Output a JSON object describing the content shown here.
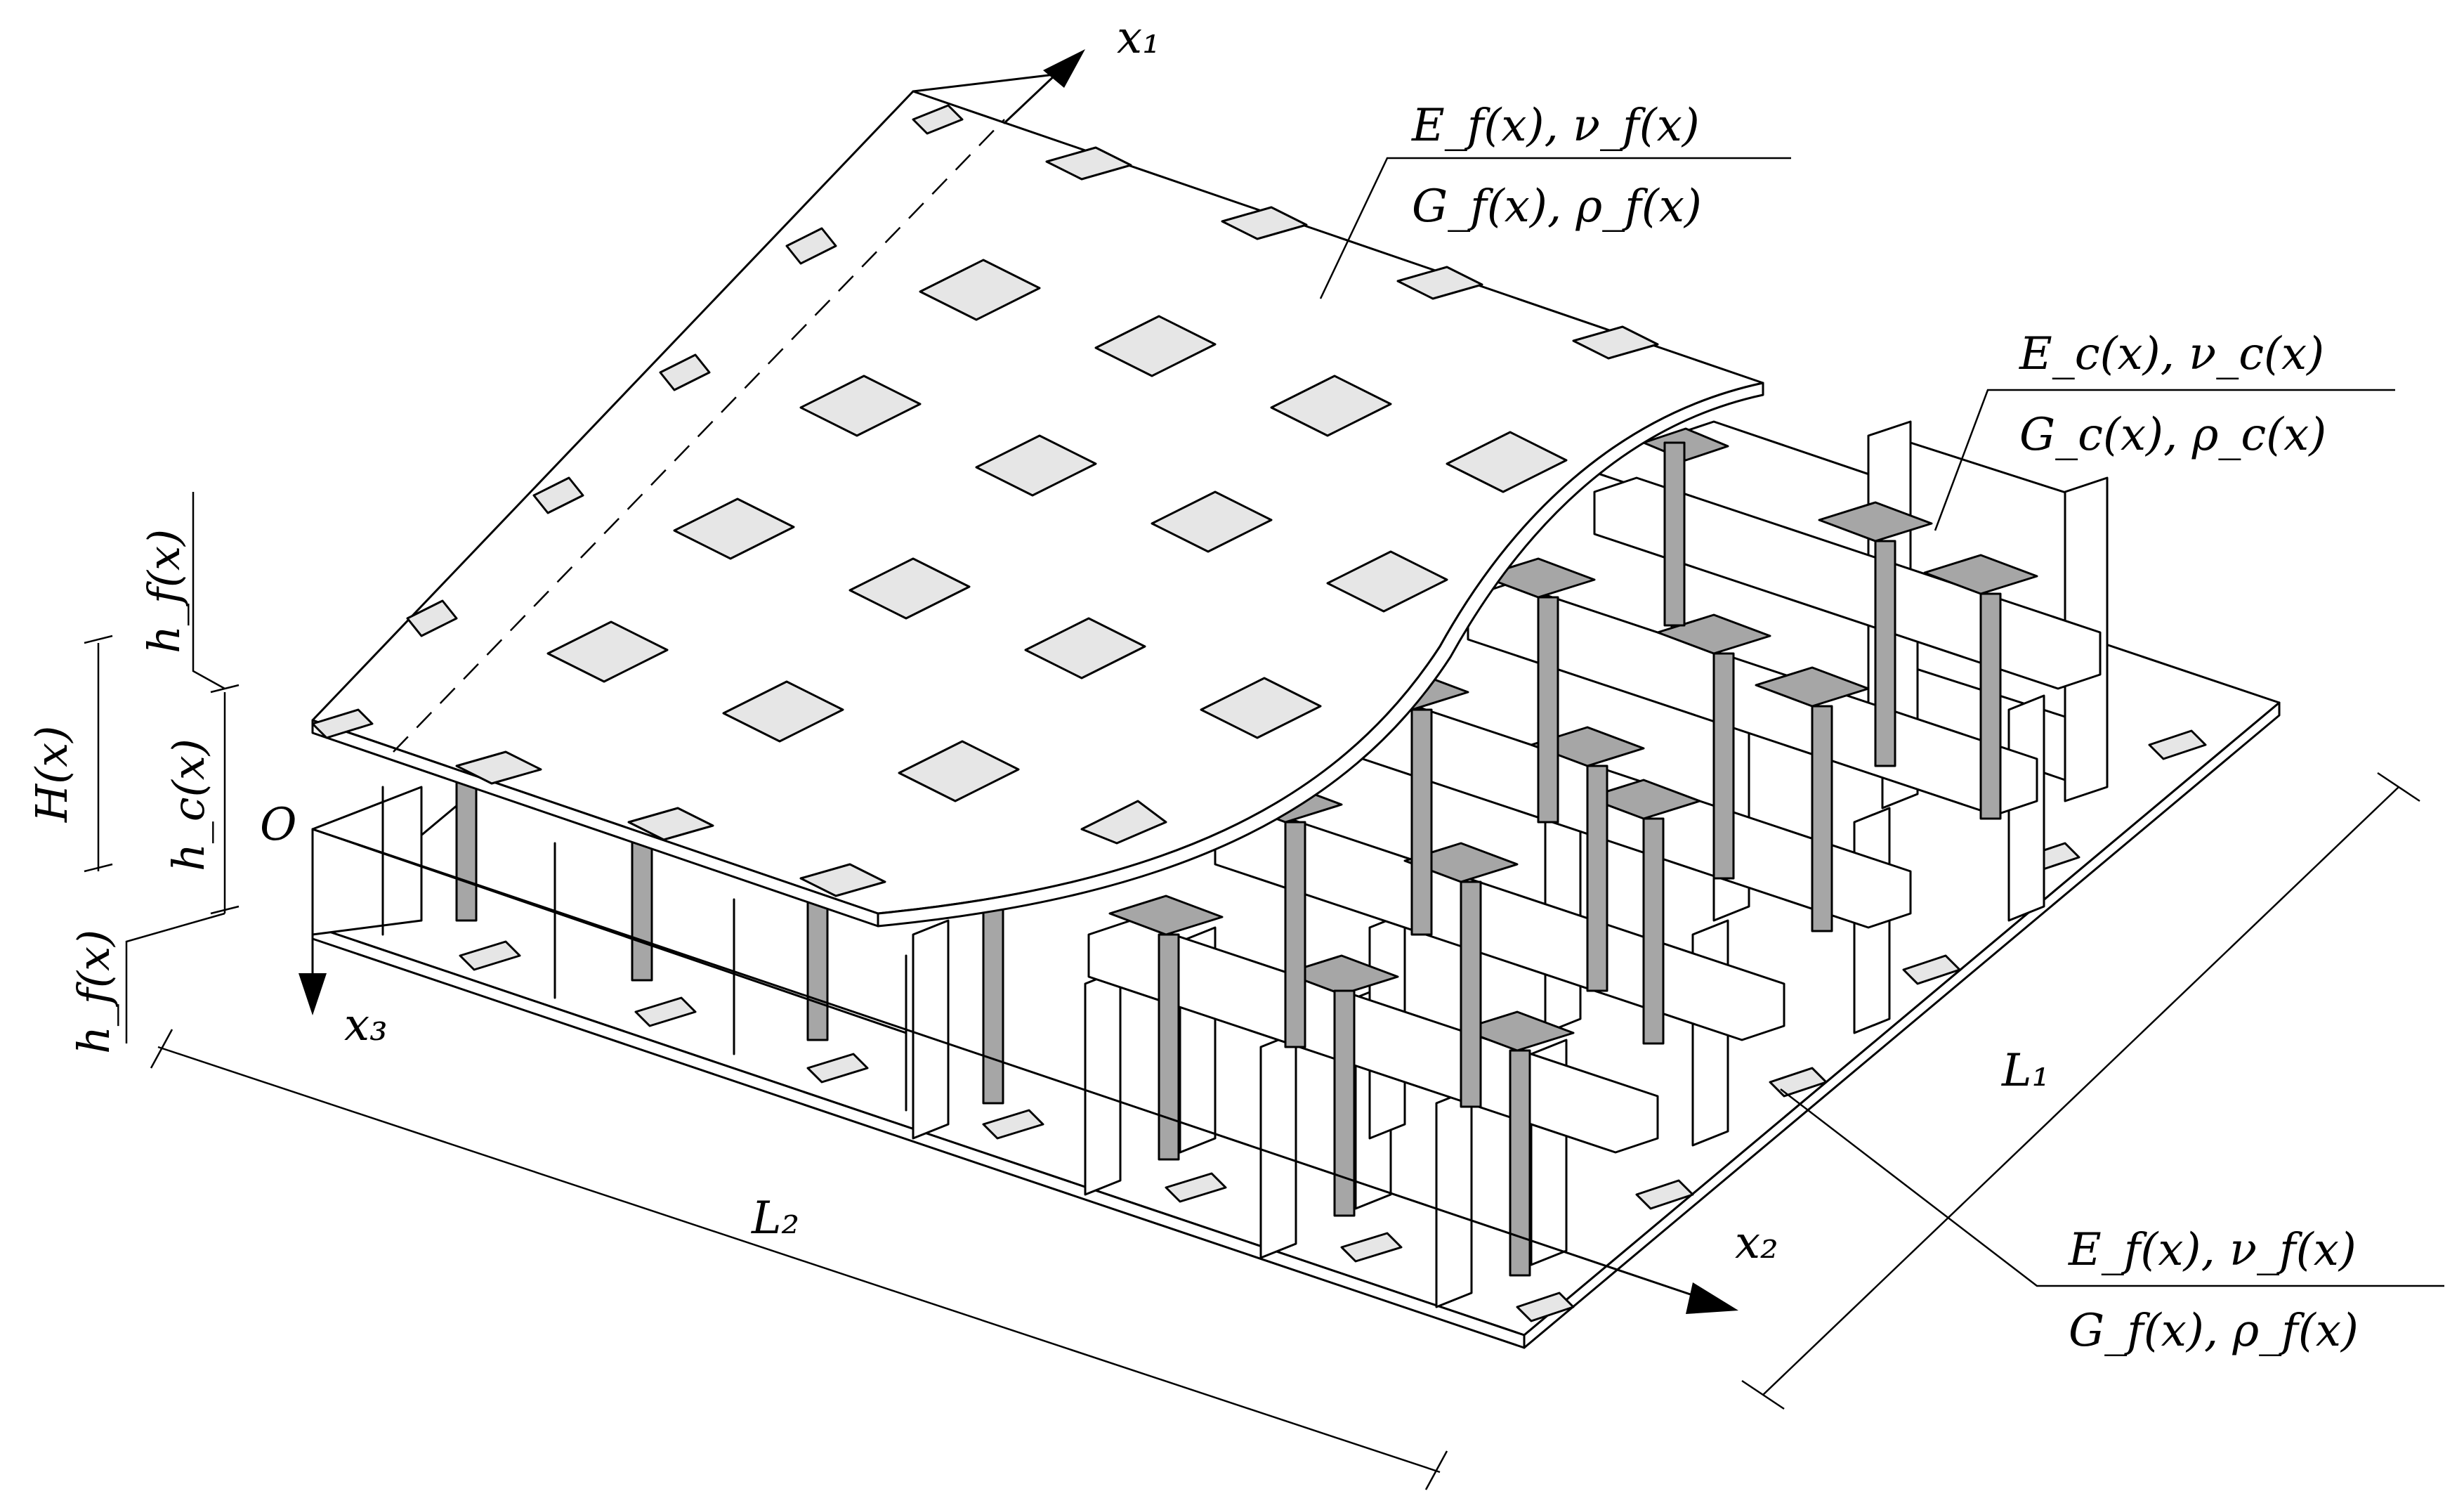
{
  "labels": {
    "axis_x1": "x₁",
    "axis_x2": "x₂",
    "axis_x3": "x₃",
    "origin": "O",
    "top_face_line1": "E_f(x), ν_f(x)",
    "top_face_line2": "G_f(x), ρ_f(x)",
    "core_line1": "E_c(x), ν_c(x)",
    "core_line2": "G_c(x), ρ_c(x)",
    "bottom_face_line1": "E_f(x), ν_f(x)",
    "bottom_face_line2": "G_f(x), ρ_f(x)",
    "dim_H": "H(x)",
    "dim_hf_top": "h_f(x)",
    "dim_hc": "h_c(x)",
    "dim_hf_bottom": "h_f(x)",
    "dim_L1": "L₁",
    "dim_L2": "L₂"
  },
  "colors": {
    "line": "#000000",
    "face": "#ffffff",
    "face_patch": "#e6e6e6",
    "core_joint": "#a6a6a6"
  }
}
